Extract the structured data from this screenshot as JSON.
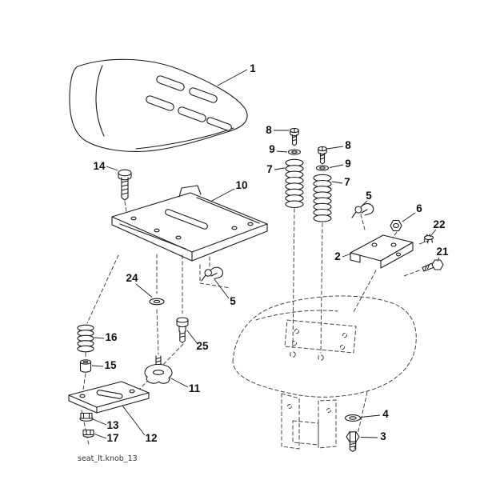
{
  "caption": "seat_lt.knob_13",
  "parts": {
    "p1": "1",
    "p2": "2",
    "p3": "3",
    "p4": "4",
    "p5": "5",
    "p6": "6",
    "p7": "7",
    "p8": "8",
    "p9": "9",
    "p10": "10",
    "p11": "11",
    "p12": "12",
    "p13": "13",
    "p14": "14",
    "p15": "15",
    "p16": "16",
    "p17": "17",
    "p21": "21",
    "p22": "22",
    "p24": "24",
    "p25": "25"
  }
}
